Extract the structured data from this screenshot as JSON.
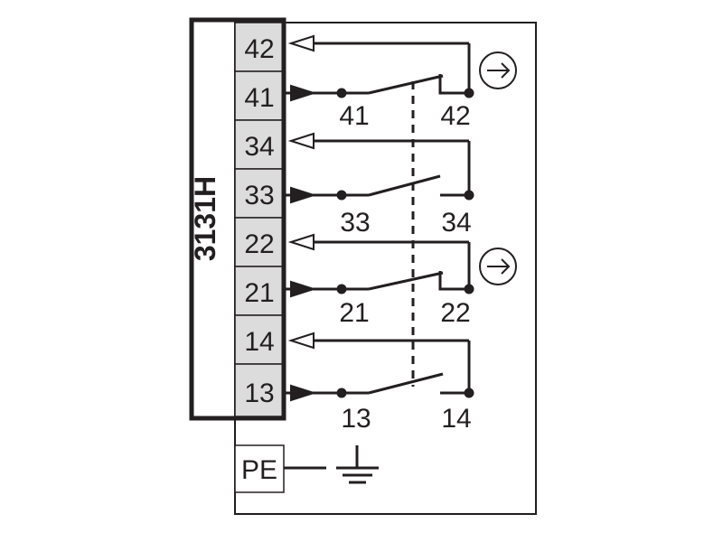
{
  "device": {
    "name": "3131H"
  },
  "terminals": [
    "42",
    "41",
    "34",
    "33",
    "22",
    "21",
    "14",
    "13"
  ],
  "contacts": [
    {
      "in": "41",
      "out": "42",
      "type": "normally-closed",
      "positive_opening": true
    },
    {
      "in": "33",
      "out": "34",
      "type": "normally-open",
      "positive_opening": false
    },
    {
      "in": "21",
      "out": "22",
      "type": "normally-closed",
      "positive_opening": true
    },
    {
      "in": "13",
      "out": "14",
      "type": "normally-open",
      "positive_opening": false
    }
  ],
  "pe": {
    "label": "PE"
  },
  "icons": {
    "positive_opening": "arrow-circle-icon",
    "ground": "ground-icon"
  },
  "colors": {
    "line": "#231f20",
    "terminal_fill": "#dcdcdc",
    "background": "#ffffff"
  }
}
